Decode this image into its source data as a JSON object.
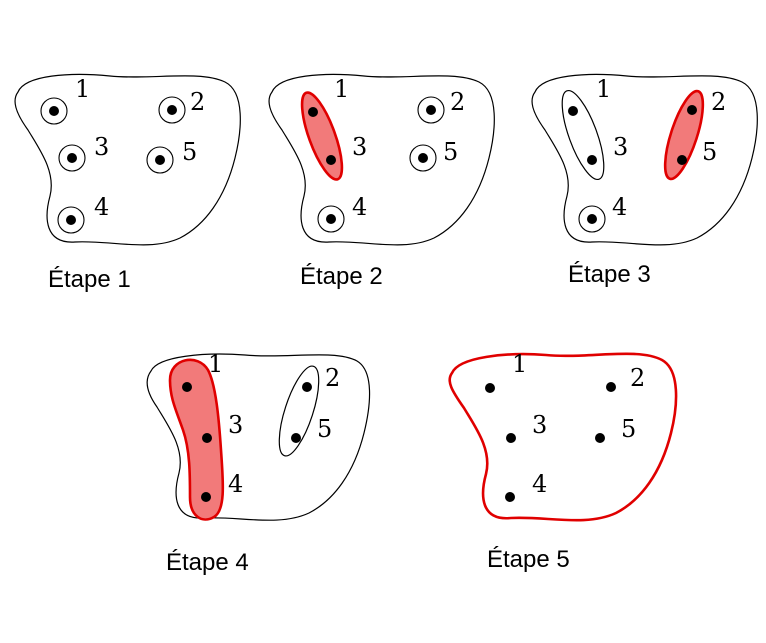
{
  "stages": [
    {
      "caption": "Étape 1",
      "labels": [
        "1",
        "2",
        "3",
        "4",
        "5"
      ]
    },
    {
      "caption": "Étape 2",
      "labels": [
        "1",
        "2",
        "3",
        "4",
        "5"
      ]
    },
    {
      "caption": "Étape 3",
      "labels": [
        "1",
        "2",
        "3",
        "4",
        "5"
      ]
    },
    {
      "caption": "Étape 4",
      "labels": [
        "1",
        "2",
        "3",
        "4",
        "5"
      ]
    },
    {
      "caption": "Étape 5",
      "labels": [
        "1",
        "2",
        "3",
        "4",
        "5"
      ]
    }
  ],
  "colors": {
    "highlight_fill": "#f27a7a",
    "highlight_stroke": "#e00000",
    "ink": "#000000"
  }
}
